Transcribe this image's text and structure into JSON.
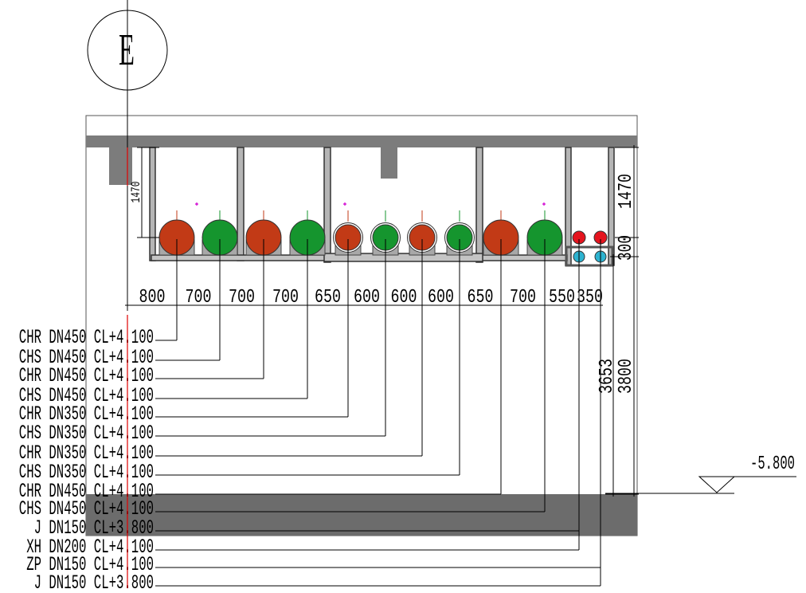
{
  "grid_marker": "E",
  "dimensions_horizontal": [
    "800",
    "700",
    "700",
    "700",
    "650",
    "600",
    "600",
    "600",
    "650",
    "700",
    "550",
    "350"
  ],
  "dimensions_vertical": {
    "left_hanger": "1470",
    "right_hanger": "1470",
    "right_tray": "300",
    "inner_depth": "3653",
    "total_depth": "3800"
  },
  "elevation": "-5.800",
  "pipe_labels": [
    "CHR DN450 CL+4.100",
    "CHS DN450 CL+4.100",
    "CHR DN450 CL+4.100",
    "CHS DN450 CL+4.100",
    "CHR DN350 CL+4.100",
    "CHS DN350 CL+4.100",
    "CHR DN350 CL+4.100",
    "CHS DN350 CL+4.100",
    "CHR DN450 CL+4.100",
    "CHS DN450 CL+4.100",
    "J DN150 CL+3.800",
    "XH DN200 CL+4.100",
    "ZP DN150 CL+4.100",
    "J DN150 CL+3.800"
  ],
  "colors": {
    "chr_pipe": "#c23a16",
    "chs_pipe": "#15952e",
    "small_pipe_upper": "#e5141e",
    "small_pipe_lower": "#2db3d0",
    "saddle": "#a8a8a8",
    "structure": "#7c7c7c",
    "slab_bottom": "#6c6c6c",
    "centerline": "#e00000",
    "marker": "#d000d0"
  }
}
